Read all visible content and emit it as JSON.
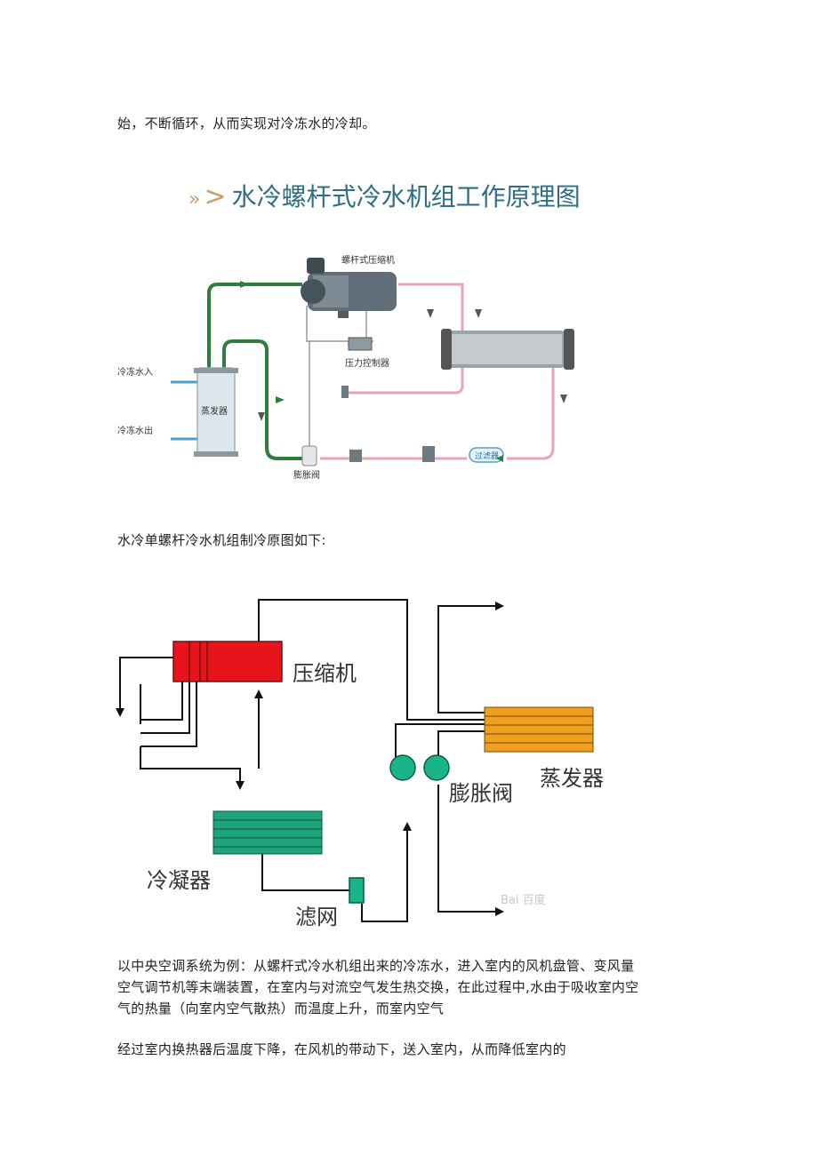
{
  "text": {
    "line_top": "始，不断循环，从而实现对冷冻水的冷却。",
    "heading_mark": "»",
    "heading_gt": ">",
    "heading": "水冷螺杆式冷水机组工作原理图",
    "caption2": "水冷单螺杆冷水机组制冷原图如下:",
    "para1_l1": "以中央空调系统为例：从螺杆式冷水机组出来的冷冻水，进入室内的风机盘管、变风量",
    "para1_l2": "空气调节机等末端装置，在室内与对流空气发生热交换，在此过程中,水由于吸收室内空",
    "para1_l3": "气的热量（向室内空气散热）而温度上升，而室内空气",
    "para2": "经过室内换热器后温度下降，在风机的带动下，送入室内，从而降低室内的"
  },
  "figure1": {
    "compressor": "螺杆式压缩机",
    "pressure_controller": "压力控制器",
    "chilled_in": "冷冻水入",
    "chilled_out": "冷冻水出",
    "evaporator": "蒸发器",
    "expansion_valve": "膨胀阀",
    "filter": "过滤器"
  },
  "figure2": {
    "compressor": "压缩机",
    "evaporator": "蒸发器",
    "expansion_valve": "膨胀阀",
    "condenser": "冷凝器",
    "filter": "滤网",
    "watermark": "Bai 百度"
  },
  "colors": {
    "heading": "#2f6f84",
    "accent": "#c8a16a",
    "pipe_green": "#2e7d3a",
    "pipe_pink": "#e6a5b5",
    "compressor_red": "#e8141c",
    "evaporator_orange": "#f0a020",
    "condenser_green": "#1fa37a",
    "valve_green": "#19b48a"
  }
}
